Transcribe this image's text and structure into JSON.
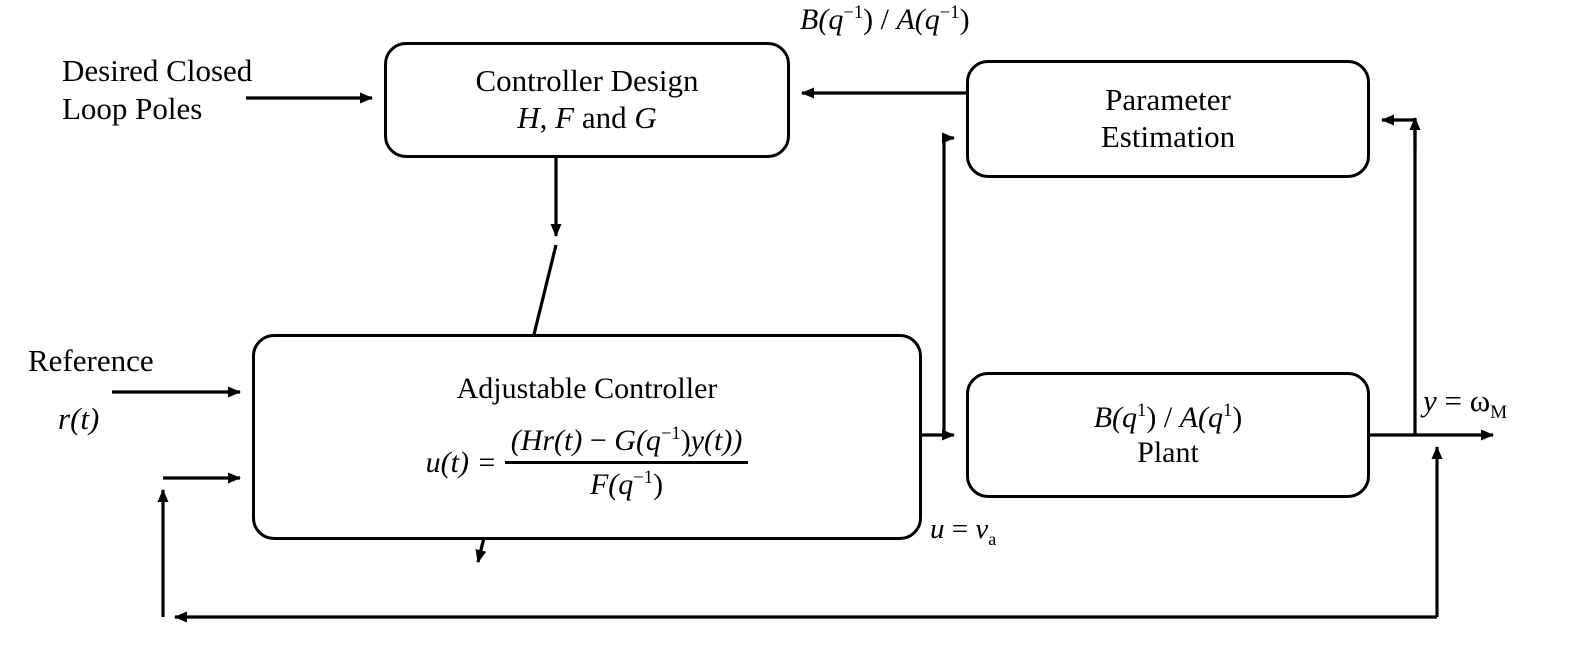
{
  "diagram": {
    "title": "Indirect adaptive control block diagram",
    "stroke_color": "#000000",
    "background_color": "#ffffff"
  },
  "boxes": {
    "controller_design": {
      "line1": "Controller Design",
      "line2_prefix": "H",
      "line2_mid": ", ",
      "line2_f": "F",
      "line2_and": " and ",
      "line2_g": "G"
    },
    "parameter_estimation": {
      "line1": "Parameter",
      "line2": "Estimation"
    },
    "adjustable_controller": {
      "title": "Adjustable Controller",
      "eq_lhs": "u(t) =",
      "eq_num_a": "(H",
      "eq_num_b": "r(t)",
      "eq_num_minus": " − ",
      "eq_num_g": "G(q",
      "eq_num_g_exp": "−1",
      "eq_num_g_close": ")",
      "eq_num_y": "y(t))",
      "eq_den": "F(q",
      "eq_den_exp": "−1",
      "eq_den_close": ")"
    },
    "plant": {
      "tf_b": "B(q",
      "tf_b_exp": "1",
      "tf_b_close": ")",
      "tf_slash": " / ",
      "tf_a": "A(q",
      "tf_a_exp": "1",
      "tf_a_close": ")",
      "name": "Plant"
    }
  },
  "labels": {
    "top_transfer_function": {
      "b": "B(q",
      "b_exp": "−1",
      "b_close": ")",
      "slash": " / ",
      "a": "A(q",
      "a_exp": "−1",
      "a_close": ")"
    },
    "desired_poles": {
      "line1": "Desired Closed",
      "line2": "Loop Poles"
    },
    "reference": "Reference",
    "reference_signal": "r(t)",
    "control_signal": {
      "u": "u",
      "eq": " = ",
      "v": "v",
      "sub": "a"
    },
    "output_signal": {
      "y": "y",
      "eq": " = ",
      "omega": "ω",
      "sub": "M"
    }
  },
  "connections": [
    {
      "name": "desired-poles-to-controller-design",
      "from": "Desired Closed Loop Poles",
      "to": "Controller Design",
      "arrow": "single"
    },
    {
      "name": "param-est-to-controller-design",
      "from": "Parameter Estimation",
      "to": "Controller Design",
      "arrow": "single",
      "carries": "B(q-1) / A(q-1)"
    },
    {
      "name": "controller-design-to-adjustable-controller",
      "from": "Controller Design",
      "to": "Adjustable Controller",
      "arrow": "single"
    },
    {
      "name": "reference-to-adjustable-controller",
      "from": "Reference r(t)",
      "to": "Adjustable Controller",
      "arrow": "single"
    },
    {
      "name": "controller-output-to-plant",
      "from": "Adjustable Controller",
      "to": "Plant",
      "arrow": "single",
      "carries": "u = va"
    },
    {
      "name": "controller-output-to-param-est",
      "from": "Adjustable Controller",
      "to": "Parameter Estimation",
      "arrow": "single"
    },
    {
      "name": "plant-output-to-param-est",
      "from": "Plant",
      "to": "Parameter Estimation",
      "arrow": "single",
      "carries": "y = wM"
    },
    {
      "name": "plant-output-to-system-output",
      "from": "Plant",
      "to": "Output",
      "arrow": "single"
    },
    {
      "name": "output-feedback-to-adjustable-controller",
      "from": "Plant output",
      "to": "Adjustable Controller",
      "arrow": "single"
    }
  ]
}
